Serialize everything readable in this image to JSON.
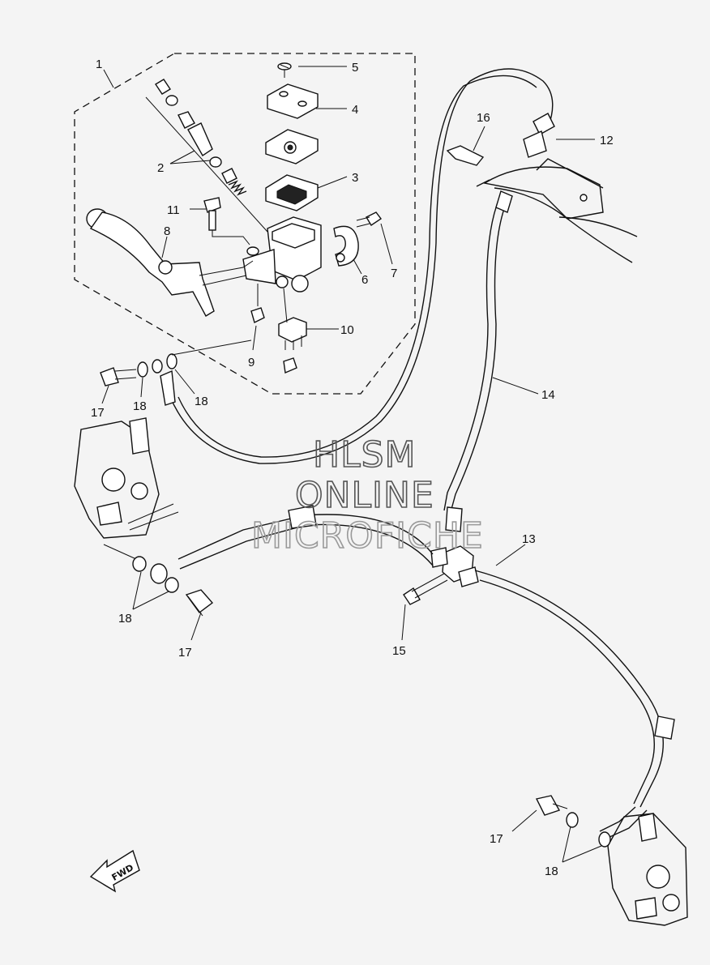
{
  "watermark": {
    "line1": "HLSM",
    "line2": "ONLINE",
    "line3": "MICROFICHE"
  },
  "direction_badge": {
    "label": "FWD",
    "icon": "forward-arrow-icon"
  },
  "callouts": {
    "c1": "1",
    "c2": "2",
    "c3": "3",
    "c4": "4",
    "c5": "5",
    "c6": "6",
    "c7": "7",
    "c8": "8",
    "c9": "9",
    "c10": "10",
    "c11": "11",
    "c12": "12",
    "c13": "13",
    "c14": "14",
    "c15": "15",
    "c16": "16",
    "c17a": "17",
    "c17b": "17",
    "c17c": "17",
    "c18a": "18",
    "c18b": "18",
    "c18c": "18",
    "c18d": "18"
  },
  "colors": {
    "ink": "#111111",
    "paper": "#f4f4f4",
    "watermark": "#555555"
  }
}
